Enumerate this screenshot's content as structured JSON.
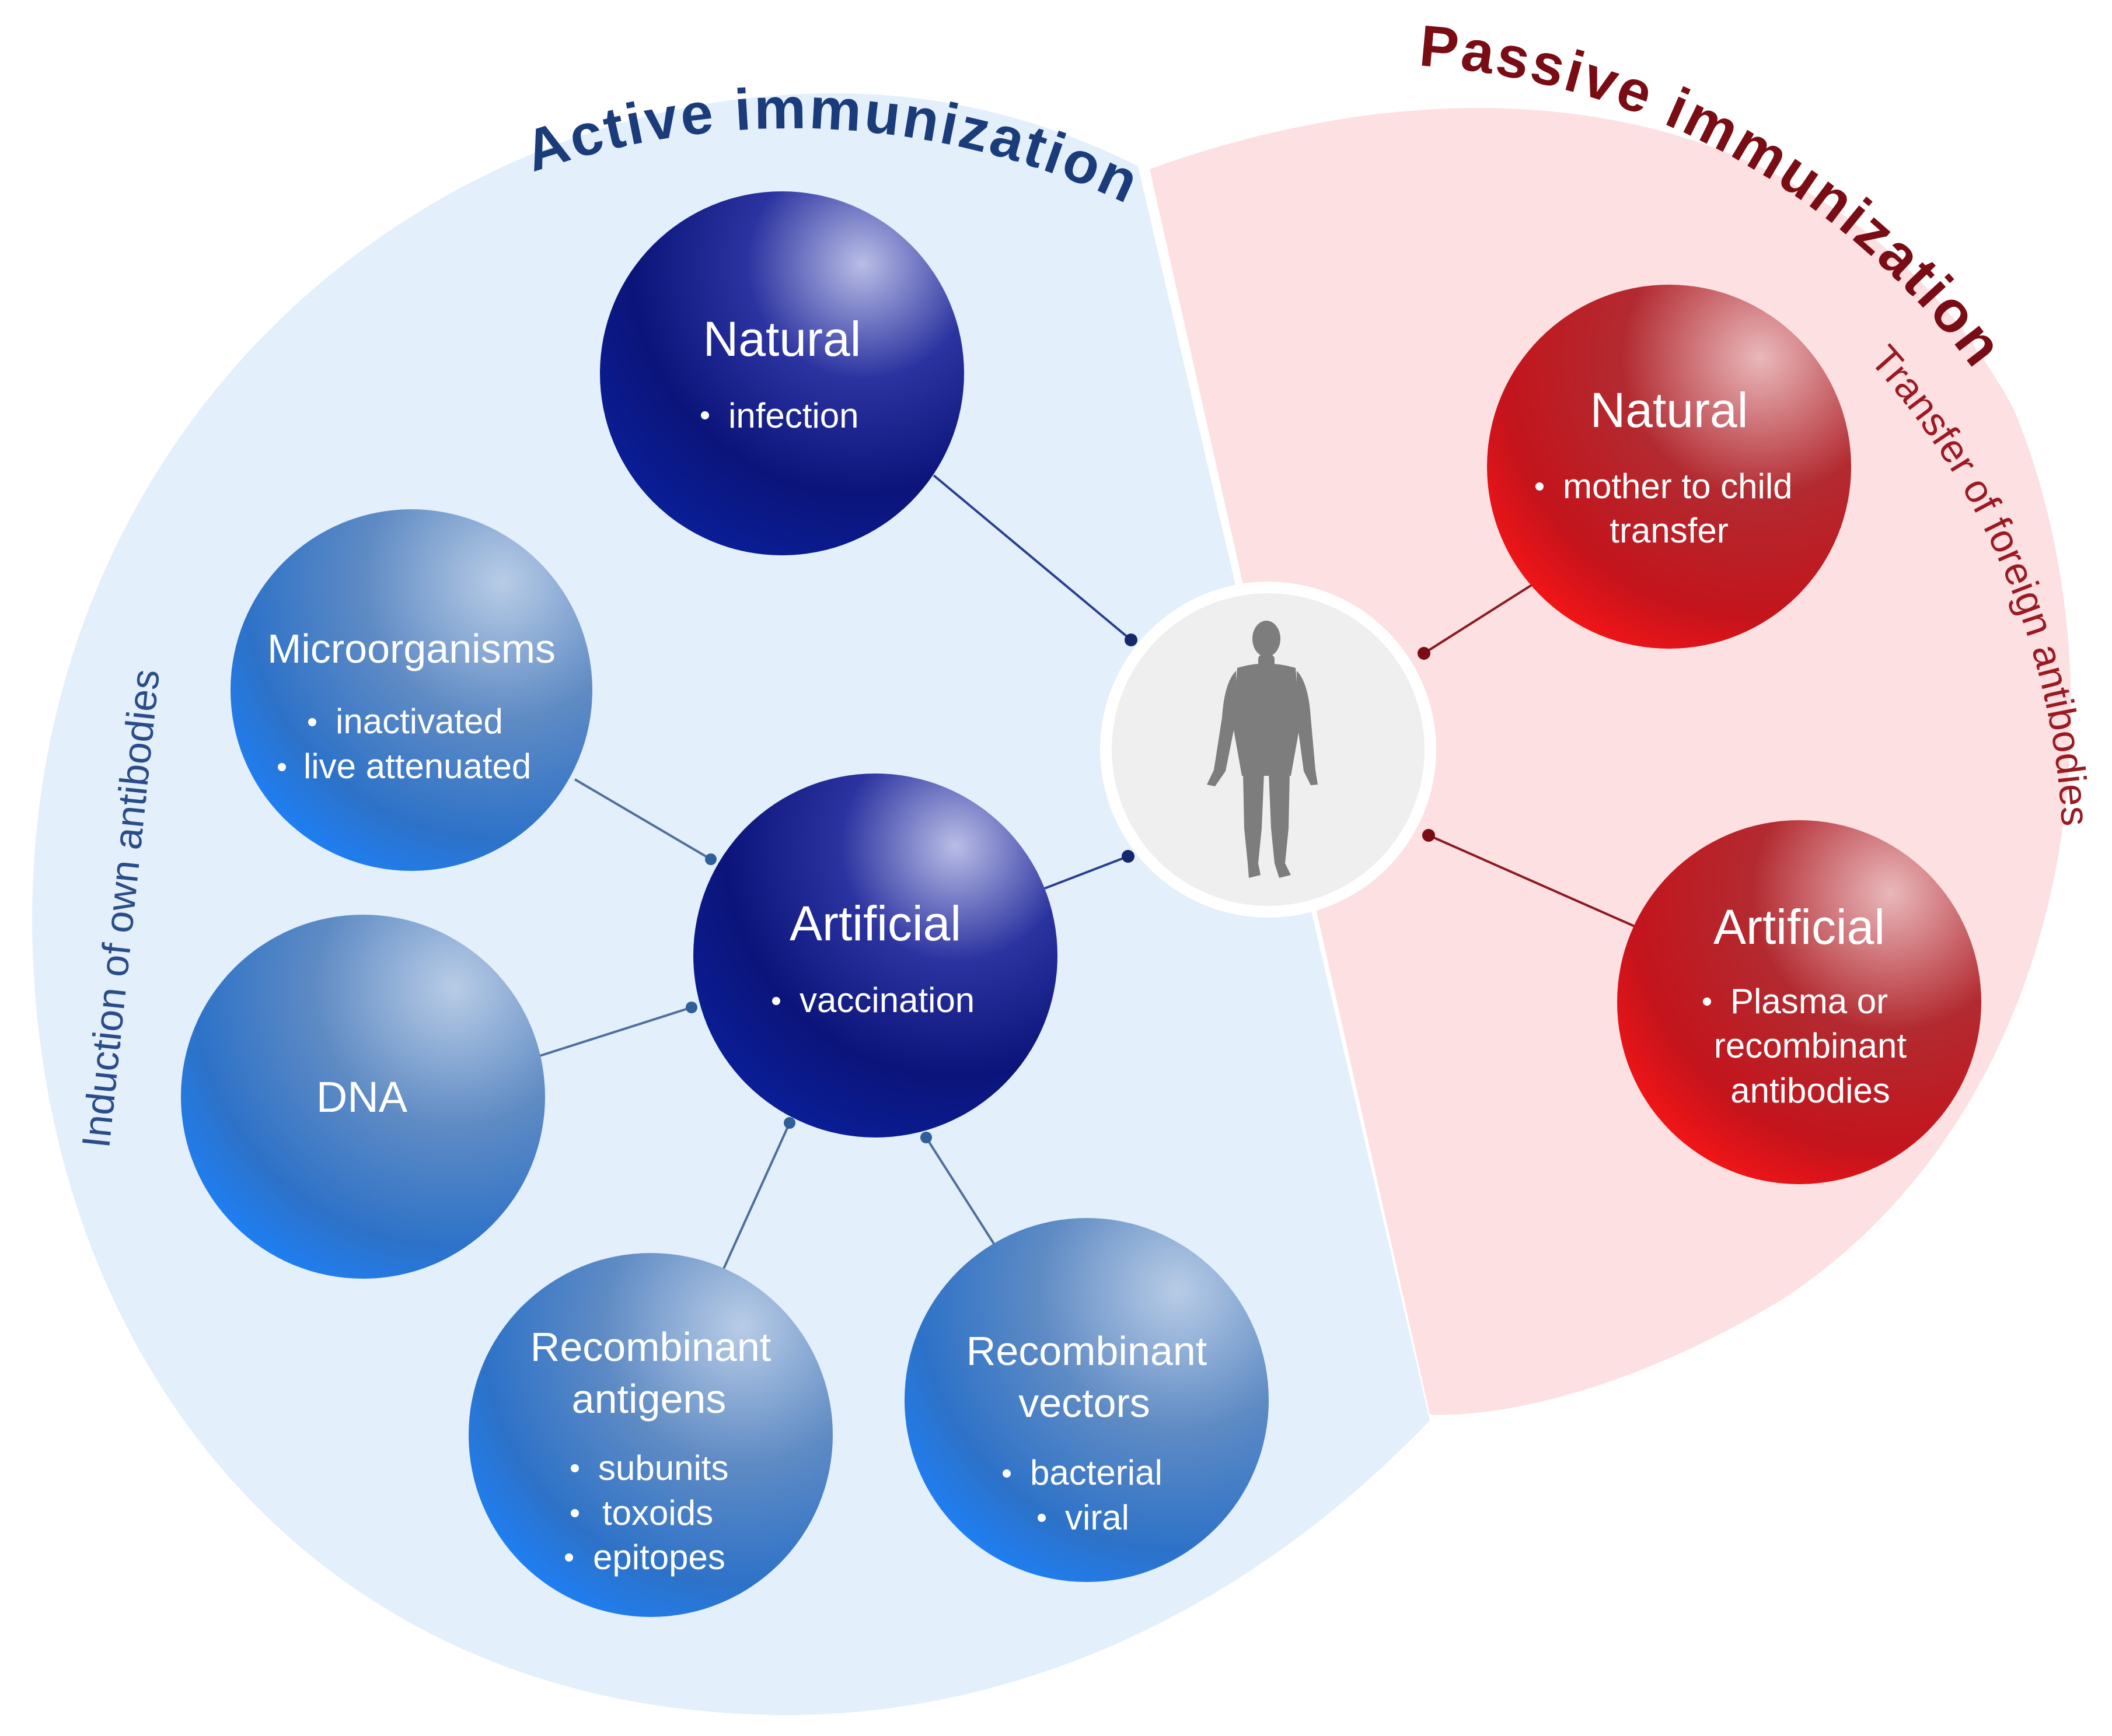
{
  "colors": {
    "active_bg": "#e3effb",
    "passive_bg": "#fde0e2",
    "active_title": "#1a3c7a",
    "passive_title": "#7a0c14",
    "active_side_label": "#2a4d88",
    "passive_side_label": "#9a1a22",
    "dark_navy": "#0b1a7e",
    "mid_blue": "#2a6fc8",
    "red": "#c0121c",
    "center_disc": "#efefef",
    "figure_gray": "#7d7d7d",
    "node_text": "#ffffff"
  },
  "active": {
    "title": "Active immunization",
    "side_label": "Induction of own antibodies",
    "natural": {
      "title": "Natural",
      "bullets": [
        "infection"
      ]
    },
    "artificial": {
      "title": "Artificial",
      "bullets": [
        "vaccination"
      ]
    },
    "microorganisms": {
      "title": "Microorganisms",
      "bullets": [
        "inactivated",
        "live attenuated"
      ]
    },
    "dna": {
      "title": "DNA"
    },
    "recombinant_antigens": {
      "title_lines": [
        "Recombinant",
        "antigens"
      ],
      "bullets": [
        "subunits",
        "toxoids",
        "epitopes"
      ]
    },
    "recombinant_vectors": {
      "title_lines": [
        "Recombinant",
        "vectors"
      ],
      "bullets": [
        "bacterial",
        "viral"
      ]
    }
  },
  "passive": {
    "title": "Passive immunization",
    "side_label": "Transfer of foreign antibodies",
    "natural": {
      "title": "Natural",
      "bullet_lines": [
        "mother to child",
        "transfer"
      ]
    },
    "artificial": {
      "title": "Artificial",
      "bullet_lines": [
        "Plasma or",
        "recombinant",
        "antibodies"
      ]
    }
  },
  "center": {
    "icon": "human-figure-icon"
  }
}
